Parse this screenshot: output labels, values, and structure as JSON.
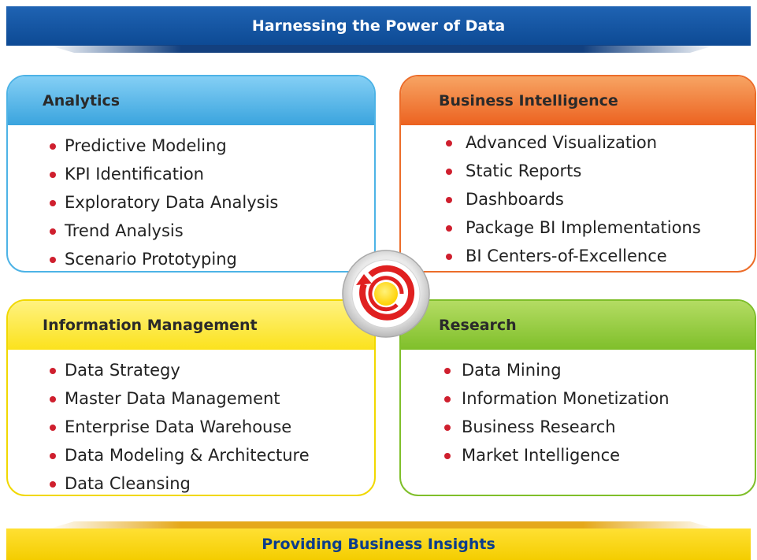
{
  "header": {
    "title": "Harnessing the Power of Data"
  },
  "footer": {
    "title": "Providing Business Insights"
  },
  "quadrants": {
    "analytics": {
      "title": "Analytics",
      "items": [
        "Predictive Modeling",
        "KPI Identification",
        "Exploratory Data Analysis",
        "Trend Analysis",
        "Scenario Prototyping"
      ]
    },
    "business_intelligence": {
      "title": "Business Intelligence",
      "items": [
        "Advanced Visualization",
        "Static Reports",
        "Dashboards",
        "Package BI Implementations",
        "BI Centers-of-Excellence"
      ]
    },
    "information_management": {
      "title": "Information Management",
      "items": [
        "Data Strategy",
        "Master Data Management",
        "Enterprise Data Warehouse",
        "Data Modeling & Architecture",
        "Data Cleansing"
      ]
    },
    "research": {
      "title": "Research",
      "items": [
        "Data Mining",
        "Information Monetization",
        "Business Research",
        "Market Intelligence"
      ]
    }
  },
  "colors": {
    "header_blue": "#0d4a94",
    "footer_yellow": "#f4cd00",
    "analytics_blue": "#3aa4de",
    "bi_orange": "#ec6220",
    "im_yellow": "#fbe21d",
    "research_green": "#7fbf2a",
    "bullet_red": "#cf1f2e",
    "cycle_red": "#e02020",
    "center_yellow": "#ffd500"
  },
  "icons": {
    "center": "cycle-arrow-target-icon",
    "bullet": "red-dot-bullet-icon"
  }
}
